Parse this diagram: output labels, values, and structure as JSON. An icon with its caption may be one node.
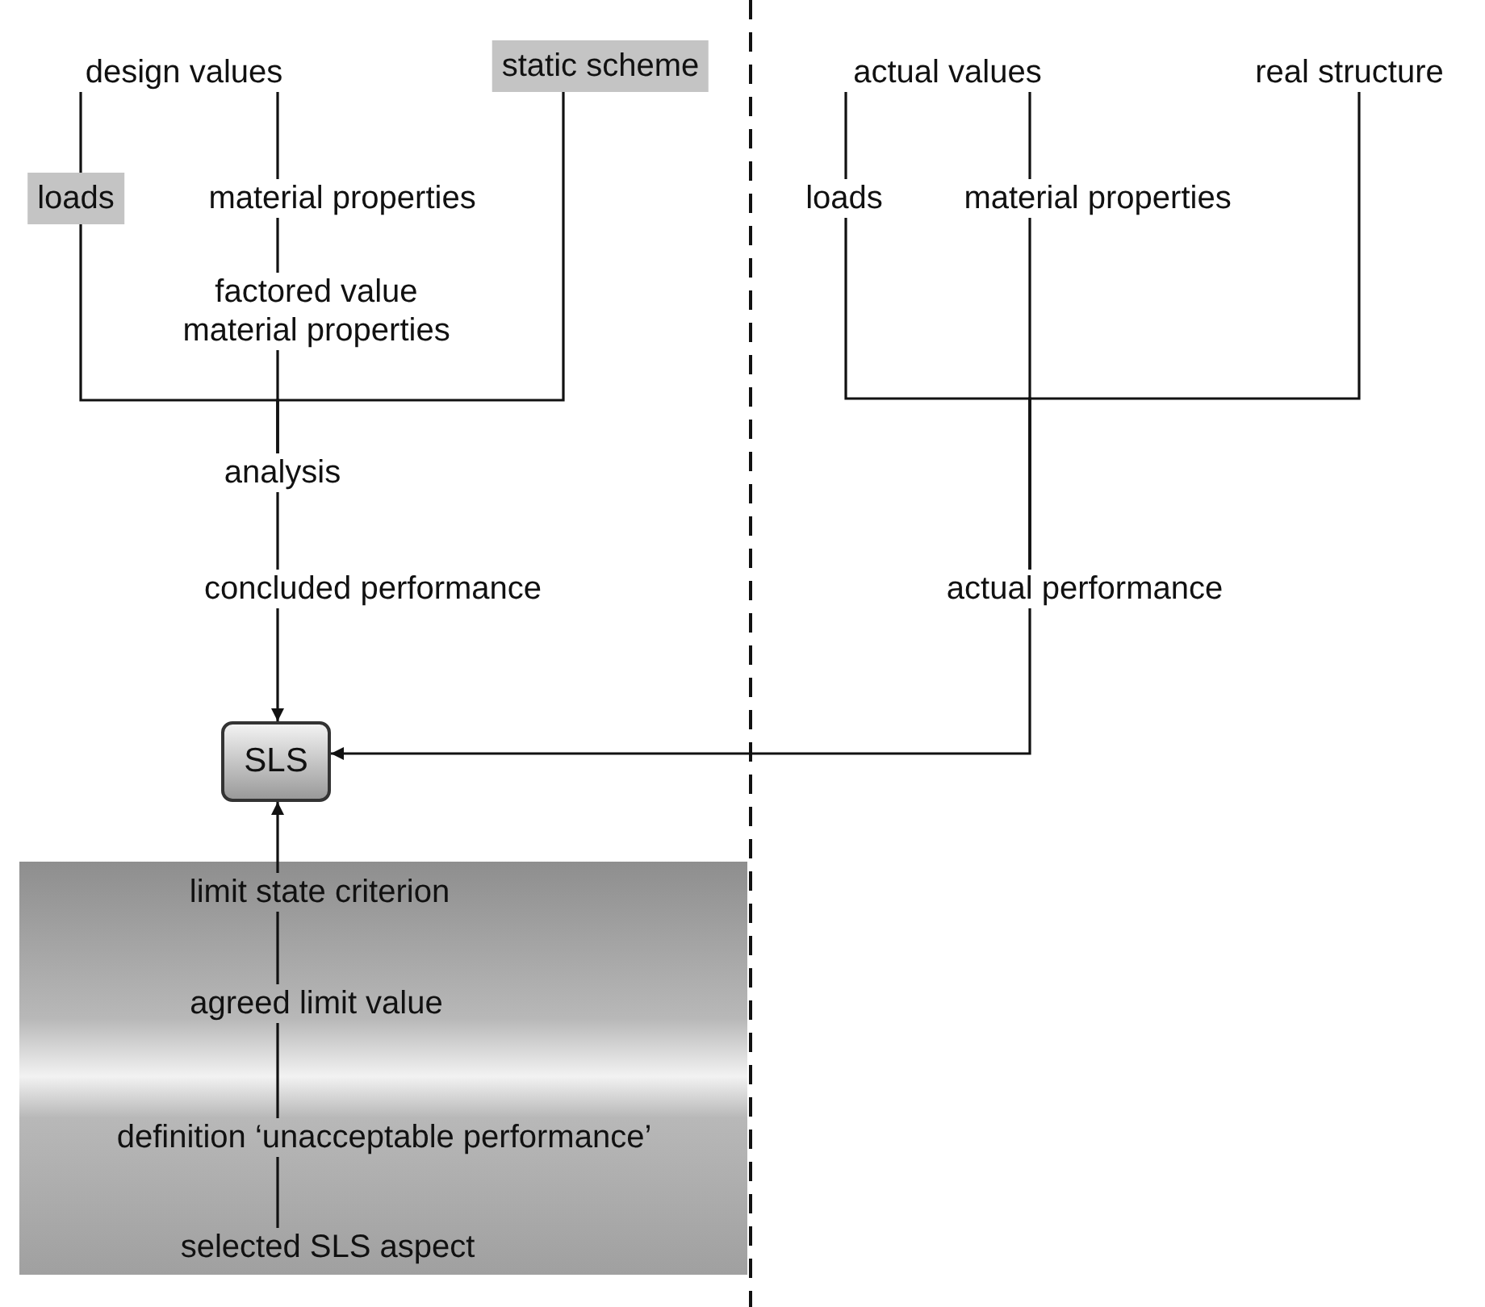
{
  "diagram": {
    "nodes": [
      {
        "text": [
          "design values"
        ]
      },
      {
        "text": [
          "static scheme"
        ]
      },
      {
        "text": [
          "loads"
        ]
      },
      {
        "text": [
          "material properties"
        ]
      },
      {
        "text": [
          "factored value material properties"
        ]
      },
      {
        "text": [
          "analysis"
        ]
      },
      {
        "text": [
          "concluded performance"
        ]
      },
      {
        "text": [
          "SLS"
        ]
      },
      {
        "text": [],
        "shape": "band"
      },
      {
        "text": [
          "limit state criterion"
        ],
        "in": 8
      },
      {
        "text": [
          "agreed limit value"
        ],
        "in": 8
      },
      {
        "text": [
          "definition ‘unacceptable performance’"
        ],
        "in": 8
      },
      {
        "text": [
          "selected SLS aspect"
        ],
        "in": 8
      },
      {
        "text": [
          "actual values"
        ]
      },
      {
        "text": [
          "real structure"
        ]
      },
      {
        "text": [
          "loads"
        ]
      },
      {
        "text": [
          "material properties"
        ]
      },
      {
        "text": [
          "actual performance"
        ]
      }
    ],
    "edges": [
      {
        "from": 0,
        "to": 2,
        "arrow": "none"
      },
      {
        "from": 0,
        "to": 3,
        "arrow": "none"
      },
      {
        "from": 3,
        "to": 4,
        "arrow": "none"
      },
      {
        "from": 2,
        "to": 5,
        "arrow": "none"
      },
      {
        "from": 4,
        "to": 5,
        "arrow": "none"
      },
      {
        "from": 1,
        "to": 5,
        "arrow": "none"
      },
      {
        "from": 5,
        "to": 6,
        "arrow": "none"
      },
      {
        "from": 6,
        "to": 7,
        "arrow": "to"
      },
      {
        "from": 9,
        "to": 7,
        "arrow": "to"
      },
      {
        "from": 10,
        "to": 9,
        "arrow": "none"
      },
      {
        "from": 11,
        "to": 10,
        "arrow": "none"
      },
      {
        "from": 12,
        "to": 11,
        "arrow": "none"
      },
      {
        "from": 13,
        "to": 15,
        "arrow": "none"
      },
      {
        "from": 13,
        "to": 16,
        "arrow": "none"
      },
      {
        "from": 15,
        "to": 17,
        "arrow": "none"
      },
      {
        "from": 16,
        "to": 17,
        "arrow": "none"
      },
      {
        "from": 14,
        "to": 17,
        "arrow": "none"
      },
      {
        "from": 17,
        "to": 7,
        "arrow": "to"
      }
    ]
  }
}
